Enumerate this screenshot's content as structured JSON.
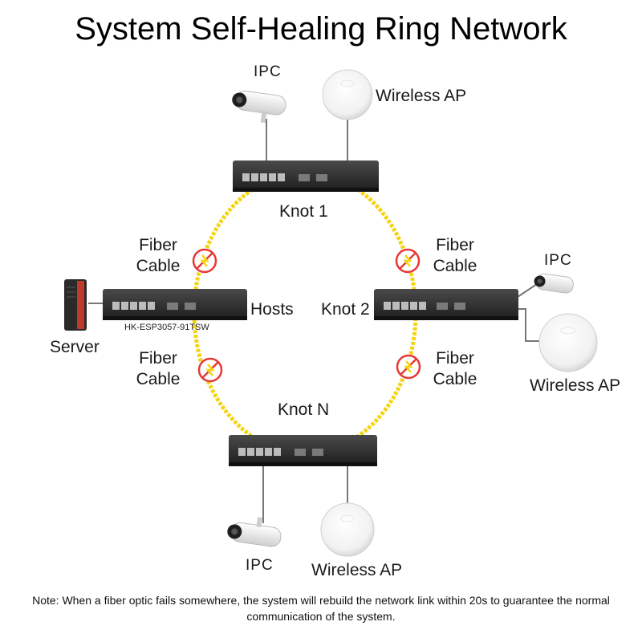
{
  "title": "System Self-Healing Ring Network",
  "knots": {
    "top": "Knot 1",
    "right": "Knot 2",
    "bottom": "Knot N"
  },
  "hosts_label": "Hosts",
  "server_label": "Server",
  "model": "HK-ESP3057-91TSW",
  "fiber_cable": {
    "line1": "Fiber",
    "line2": "Cable"
  },
  "devices": {
    "ipc": "IPC",
    "wireless_ap": "Wireless AP"
  },
  "note": "Note: When a fiber optic fails somewhere, the system will rebuild the network link within 20s to guarantee the normal communication of the system.",
  "colors": {
    "fiber": "#f5d40f",
    "break_icon": "#e53935",
    "switch": "#2b2b2b",
    "server_accent": "#c0392b"
  }
}
